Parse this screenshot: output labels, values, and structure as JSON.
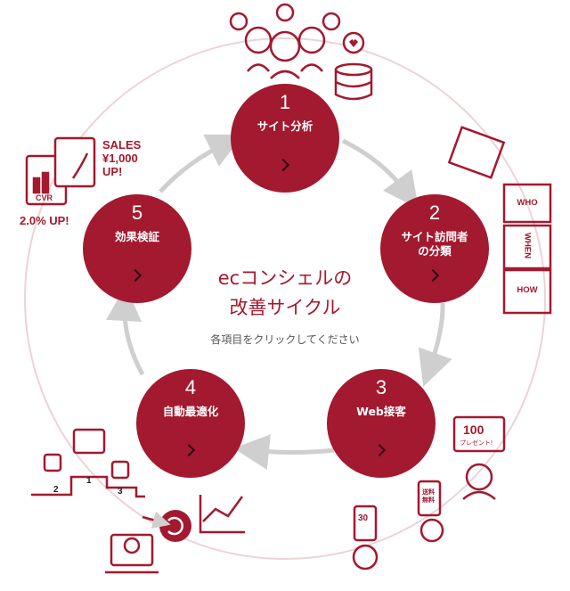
{
  "diagram": {
    "title_line1": "ecコンシェルの",
    "title_line2": "改善サイクル",
    "instruction": "各項目をクリックしてください",
    "colors": {
      "accent": "#a3192f",
      "arrow": "#cfcfcf",
      "ring": "#e8c8cc"
    },
    "steps": [
      {
        "number": "1",
        "label": "サイト分析"
      },
      {
        "number": "2",
        "label": "サイト訪問者\nの分類"
      },
      {
        "number": "3",
        "label": "Web接客"
      },
      {
        "number": "4",
        "label": "自動最適化"
      },
      {
        "number": "5",
        "label": "効果検証"
      }
    ]
  },
  "decorations": {
    "sales_text_1": "SALES",
    "sales_text_2": "¥1,000",
    "sales_text_3": "UP!",
    "cvr_label": "CVR",
    "cvr_up": "2.0% UP!",
    "puzzle_labels": [
      "WHO",
      "WHEN",
      "HOW"
    ],
    "present_number": "100",
    "present_text": "プレゼント!",
    "coupon_number": "30",
    "shipping_text_1": "送料",
    "shipping_text_2": "無料",
    "podium_labels": [
      "2",
      "1",
      "3"
    ],
    "icons": [
      "users-group-icon",
      "database-heart-icon",
      "puzzle-icon",
      "tablet-icon",
      "phone-icon",
      "monitor-icon",
      "refresh-icon",
      "line-graph-icon",
      "laptop-person-icon",
      "podium-icon",
      "clipboard-chart-icon"
    ]
  }
}
